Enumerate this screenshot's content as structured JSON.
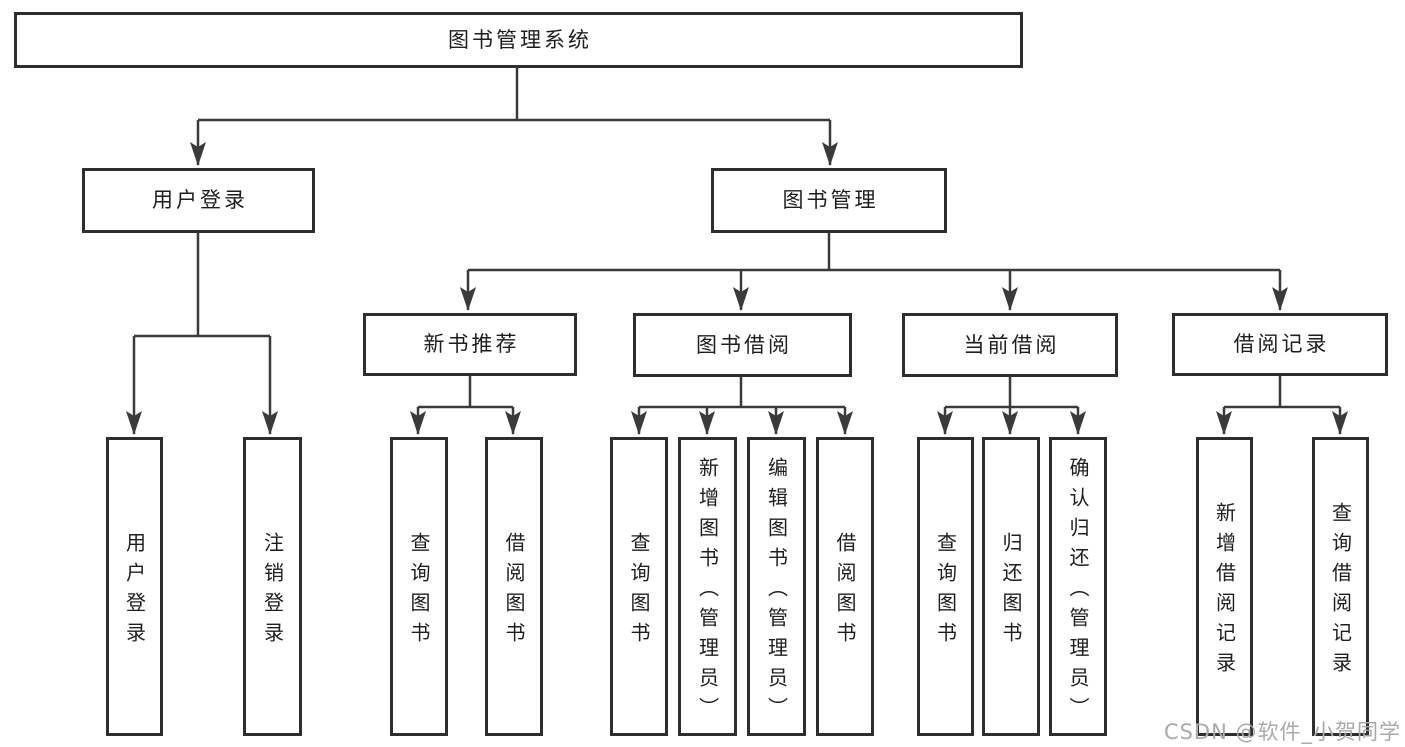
{
  "diagram": {
    "type": "hierarchy-tree",
    "colors": {
      "background": "#ffffff",
      "line": "#3a3a3a",
      "box_border": "#2e2e2e",
      "text": "#1e1e1e",
      "watermark": "#a9a9ae"
    },
    "nodes": {
      "root": {
        "label": "图书管理系统"
      },
      "user_login": {
        "label": "用户登录"
      },
      "book_mgmt": {
        "label": "图书管理"
      },
      "new_book_rec": {
        "label": "新书推荐"
      },
      "book_borrow": {
        "label": "图书借阅"
      },
      "current_borrow": {
        "label": "当前借阅"
      },
      "borrow_record": {
        "label": "借阅记录"
      },
      "leaf_user_login": {
        "label": "用户登录"
      },
      "leaf_logout": {
        "label": "注销登录"
      },
      "rec_query": {
        "label": "查询图书"
      },
      "rec_borrow": {
        "label": "借阅图书"
      },
      "bb_query": {
        "label": "查询图书"
      },
      "bb_add": {
        "label": "新增图书（管理员）"
      },
      "bb_edit": {
        "label": "编辑图书（管理员）"
      },
      "bb_borrow": {
        "label": "借阅图书"
      },
      "cb_query": {
        "label": "查询图书"
      },
      "cb_return": {
        "label": "归还图书"
      },
      "cb_confirm": {
        "label": "确认归还（管理员）"
      },
      "br_add": {
        "label": "新增借阅记录"
      },
      "br_query": {
        "label": "查询借阅记录"
      }
    },
    "edges": [
      "图书管理系统 -> 用户登录",
      "图书管理系统 -> 图书管理",
      "用户登录 -> 用户登录(叶)",
      "用户登录 -> 注销登录",
      "图书管理 -> 新书推荐",
      "图书管理 -> 图书借阅",
      "图书管理 -> 当前借阅",
      "图书管理 -> 借阅记录",
      "新书推荐 -> 查询图书",
      "新书推荐 -> 借阅图书",
      "图书借阅 -> 查询图书",
      "图书借阅 -> 新增图书（管理员）",
      "图书借阅 -> 编辑图书（管理员）",
      "图书借阅 -> 借阅图书",
      "当前借阅 -> 查询图书",
      "当前借阅 -> 归还图书",
      "当前借阅 -> 确认归还（管理员）",
      "借阅记录 -> 新增借阅记录",
      "借阅记录 -> 查询借阅记录"
    ]
  },
  "watermark": {
    "text": "CSDN @软件_小贺同学"
  }
}
